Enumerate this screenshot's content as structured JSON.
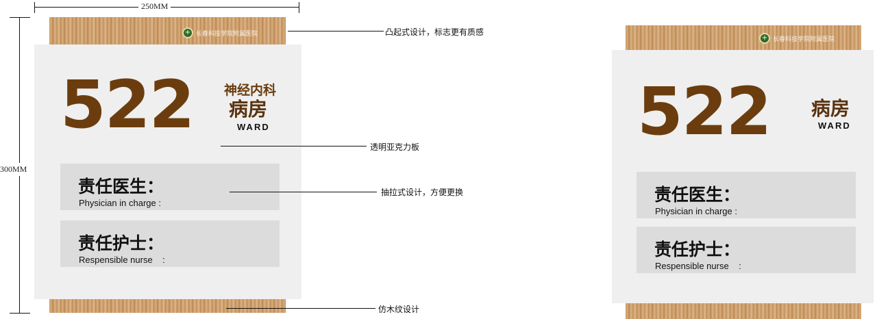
{
  "dimensions": {
    "width": "250MM",
    "height": "300MM"
  },
  "logo_text": "长春科技学院附属医院",
  "annotations": {
    "raised": "凸起式设计，标志更有质感",
    "acrylic": "透明亚克力板",
    "drawer": "抽拉式设计，方便更换",
    "woodgrain": "仿木纹设计"
  },
  "left_sign": {
    "number": "522",
    "department": "神经内科",
    "ward_cn": "病房",
    "ward_en": "WARD",
    "doctor_cn": "责任医生：",
    "doctor_en": "Physician in charge :",
    "nurse_cn": "责任护士：",
    "nurse_en": "Respensible nurse    :"
  },
  "right_sign": {
    "number": "522",
    "ward_cn": "病房",
    "ward_en": "WARD",
    "doctor_cn": "责任医生：",
    "doctor_en": "Physician in charge :",
    "nurse_cn": "责任护士：",
    "nurse_en": "Respensible nurse    :"
  },
  "colors": {
    "number": "#6b3d0e",
    "panel": "#efefef",
    "box": "#dcdcdc"
  }
}
